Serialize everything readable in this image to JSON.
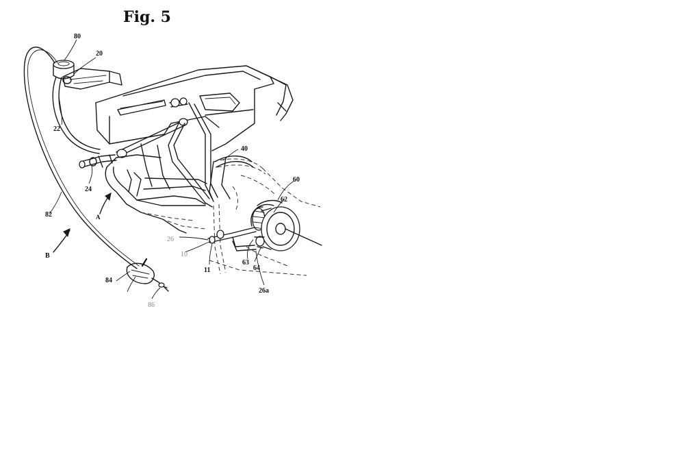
{
  "figure": {
    "title": "Fig. 5"
  },
  "labels": {
    "ref_80": "80",
    "ref_20": "20",
    "ref_22": "22",
    "ref_24": "24",
    "ref_82": "82",
    "ref_A": "A",
    "ref_B": "B",
    "ref_84": "84",
    "ref_86": "86",
    "ref_40": "40",
    "ref_60": "60",
    "ref_62": "62",
    "ref_26": "26",
    "ref_10": "10",
    "ref_11": "11",
    "ref_63": "63",
    "ref_64": "64",
    "ref_26a": "26a"
  },
  "colors": {
    "ink": "#1a1a1a",
    "faded_ink": "#8a8a8a",
    "paper": "#ffffff"
  }
}
